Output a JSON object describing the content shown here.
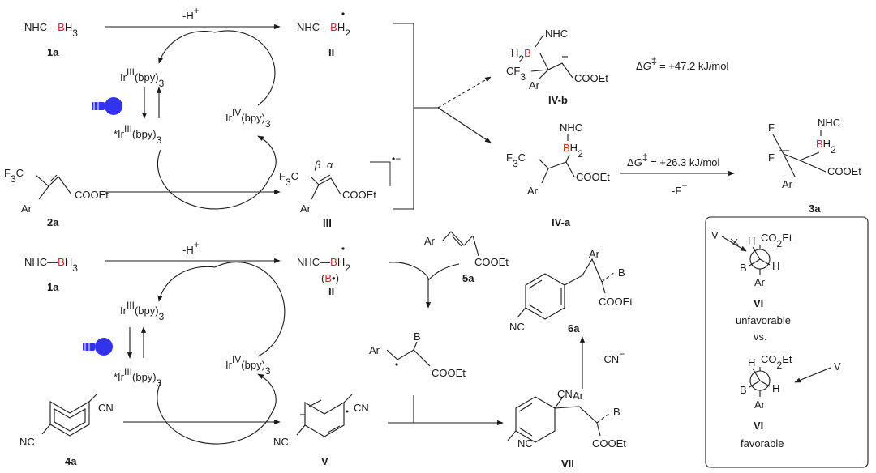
{
  "colors": {
    "boron": "#e0201b",
    "beta": "#3b66d6",
    "alpha": "#e8a019",
    "bulb": "#3333ee",
    "ink": "#1a1a1a"
  },
  "icons": {
    "light": "light-bulb-icon"
  },
  "top": {
    "reagent": {
      "pre": "NHC",
      "boron": "B",
      "post": "H",
      "sub": "3"
    },
    "reagent_num": "1a",
    "minus_h": "-H",
    "radical": {
      "pre": "NHC",
      "boron": "B",
      "post": "H",
      "sub": "2"
    },
    "radical_num": "II",
    "ir3": {
      "pre": "Ir",
      "sup": "III",
      "post": "(bpy)",
      "sub": "3"
    },
    "ir3_star": {
      "pre": "*Ir",
      "sup": "III",
      "post": "(bpy)",
      "sub": "3"
    },
    "ir4": {
      "pre": "Ir",
      "sup": "IV",
      "post": "(bpy)",
      "sub": "3"
    },
    "substrate": {
      "cf3": "F",
      "cf3_sub": "3",
      "cf3_end": "C",
      "ar": "Ar",
      "ester": "COOEt"
    },
    "substrate_num": "2a",
    "radical_anion": {
      "cf3": "F",
      "cf3_sub": "3",
      "cf3_end": "C",
      "beta": "β",
      "alpha": "α",
      "ar": "Ar",
      "ester": "COOEt",
      "charge": "•−"
    },
    "radical_anion_num": "III",
    "ivb": {
      "nhc": "NHC",
      "h2": "H",
      "h2_sub": "2",
      "boron": "B",
      "cf3": "CF",
      "cf3_sub": "3",
      "ar": "Ar",
      "ester": "COOEt"
    },
    "ivb_num": "IV-b",
    "ivb_energy": {
      "delta": "Δ",
      "g": "G",
      "sup": "‡",
      "value": " = +47.2 kJ/mol"
    },
    "iva": {
      "nhc": "NHC",
      "boron": "B",
      "h2": "H",
      "h2_sub": "2",
      "cf3": "F",
      "cf3_sub": "3",
      "cf3_end": "C",
      "ar": "Ar",
      "ester": "COOEt"
    },
    "iva_num": "IV-a",
    "iva_energy": {
      "delta": "Δ",
      "g": "G",
      "sup": "‡",
      "value": " = +26.3 kJ/mol"
    },
    "minus_f": "-F",
    "product": {
      "f1": "F",
      "f2": "F",
      "nhc": "NHC",
      "boron": "B",
      "h2": "H",
      "h2_sub": "2",
      "ar": "Ar",
      "ester": "COOEt"
    },
    "product_num": "3a"
  },
  "bottom": {
    "reagent": {
      "pre": "NHC",
      "boron": "B",
      "post": "H",
      "sub": "3"
    },
    "reagent_num": "1a",
    "minus_h": "-H",
    "radical": {
      "pre": "NHC",
      "boron": "B",
      "post": "H",
      "sub": "2"
    },
    "radical_alias": {
      "open": "(",
      "boron": "B",
      "dot": "•",
      "close": ")"
    },
    "radical_num": "II",
    "ir3": {
      "pre": "Ir",
      "sup": "III",
      "post": "(bpy)",
      "sub": "3"
    },
    "ir3_star": {
      "pre": "*Ir",
      "sup": "III",
      "post": "(bpy)",
      "sub": "3"
    },
    "ir4": {
      "pre": "Ir",
      "sup": "IV",
      "post": "(bpy)",
      "sub": "3"
    },
    "alkene": {
      "ar": "Ar",
      "ester": "COOEt"
    },
    "alkene_num": "5a",
    "adduct": {
      "ar": "Ar",
      "boron": "B",
      "ester": "COOEt"
    },
    "cyanoarene": {
      "cn_top": "CN",
      "cn_bottom": "NC"
    },
    "cyanoarene_num": "4a",
    "radical_anion": {
      "cn_top": "CN",
      "cn_bottom": "NC"
    },
    "radical_anion_num": "V",
    "coupled": {
      "cn_bottom": "NC",
      "cn_quat": "CN",
      "ar": "Ar",
      "boron": "B",
      "ester": "COOEt"
    },
    "coupled_num": "VII",
    "minus_cn": "-CN",
    "product": {
      "nc": "NC",
      "ar": "Ar",
      "boron": "B",
      "ester": "COOEt"
    },
    "product_num": "6a"
  },
  "box": {
    "top": {
      "attacker": "V",
      "h_top": "H",
      "ester": "CO",
      "ester_sub": "2",
      "ester_end": "Et",
      "boron": "B",
      "h_right": "H",
      "ar": "Ar"
    },
    "top_num": "VI",
    "unfavorable": "unfavorable",
    "vs": "vs.",
    "bottom": {
      "attacker": "V",
      "h_top": "H",
      "ester": "CO",
      "ester_sub": "2",
      "ester_end": "Et",
      "boron": "B",
      "h_right": "H",
      "ar": "Ar"
    },
    "bottom_num": "VI",
    "favorable": "favorable"
  }
}
